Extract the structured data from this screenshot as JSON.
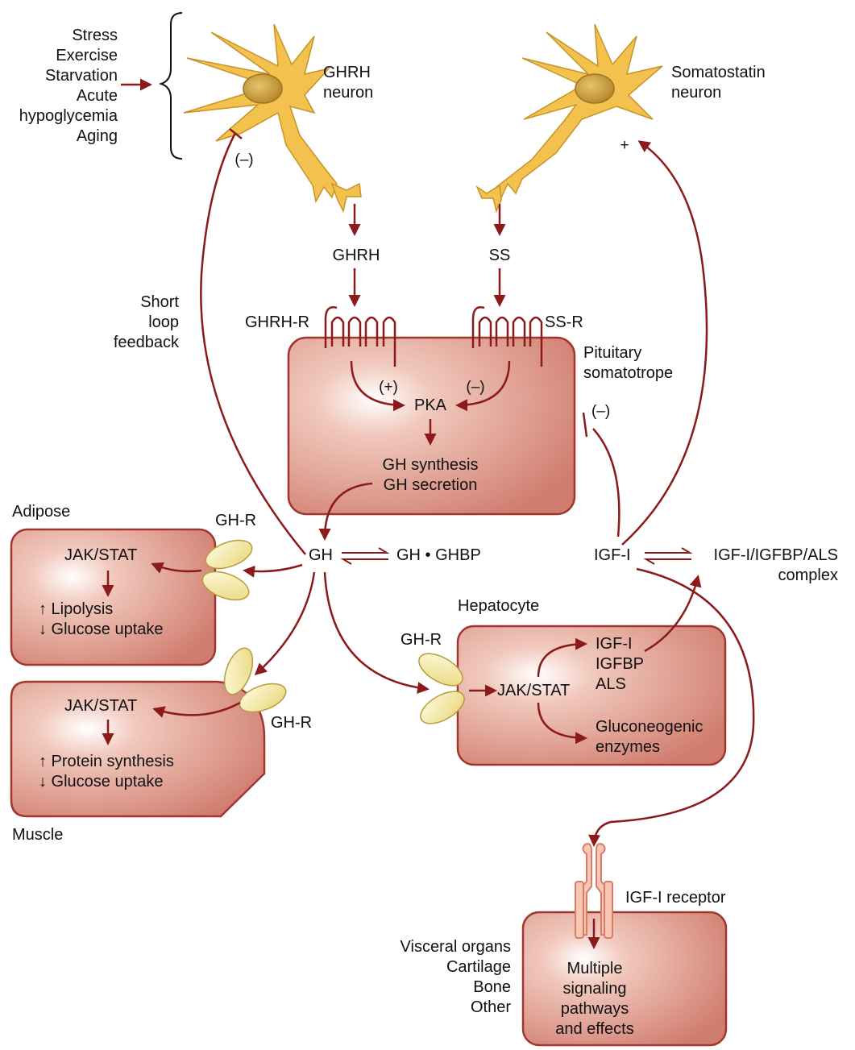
{
  "colors": {
    "arrow": "#8b1a1a",
    "cell_fill": "#d4867a",
    "cell_stroke": "#a0362d",
    "neuron": "#f2c14e",
    "receptor": "#f3e7a0",
    "igf_receptor": "#f6b5a2"
  },
  "stimuli": {
    "text": "Stress\nExercise\nStarvation\nAcute\nhypoglycemia\nAging"
  },
  "neurons": {
    "ghrh_neuron": "GHRH\nneuron",
    "somatostatin_neuron": "Somatostatin\nneuron"
  },
  "signs": {
    "neg_ghrh": "(–)",
    "plus_ss": "+",
    "pka_plus": "(+)",
    "pka_minus": "(–)",
    "neg_pit": "(–)"
  },
  "hormones": {
    "ghrh": "GHRH",
    "ss": "SS",
    "gh": "GH",
    "gh_ghbp": "GH • GHBP",
    "igf1": "IGF-I",
    "igf_complex": "IGF-I/IGFBP/ALS\ncomplex"
  },
  "receptors": {
    "ghrh_r": "GHRH-R",
    "ss_r": "SS-R",
    "gh_r_adipose": "GH-R",
    "gh_r_muscle": "GH-R",
    "gh_r_hepatocyte": "GH-R",
    "igf1_receptor": "IGF-I receptor"
  },
  "feedback": {
    "short_loop": "Short\nloop\nfeedback"
  },
  "pituitary": {
    "label": "Pituitary\nsomatotrope",
    "pka": "PKA",
    "gh_output": "GH synthesis\nGH secretion"
  },
  "adipose": {
    "label": "Adipose",
    "pathway": "JAK/STAT",
    "effects": "↑ Lipolysis\n↓ Glucose uptake"
  },
  "muscle": {
    "label": "Muscle",
    "pathway": "JAK/STAT",
    "effects": "↑ Protein synthesis\n↓ Glucose uptake"
  },
  "hepatocyte": {
    "label": "Hepatocyte",
    "pathway": "JAK/STAT",
    "products": "IGF-I\nIGFBP\nALS",
    "enzymes": "Gluconeogenic\nenzymes"
  },
  "targets": {
    "tissues": "Visceral organs\nCartilage\nBone\nOther",
    "effects": "Multiple\nsignaling\npathways\nand effects"
  }
}
